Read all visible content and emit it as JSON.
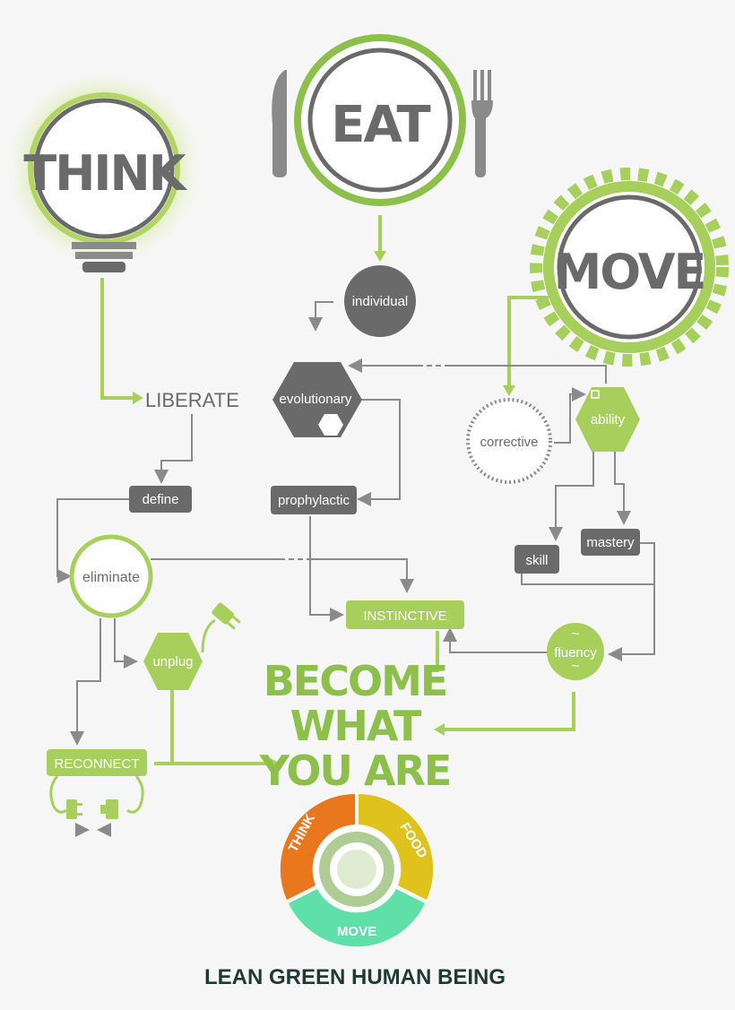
{
  "nodes": {
    "think": "THINK",
    "eat": "EAT",
    "move": "MOVE",
    "individual": "individual",
    "liberate": "LIBERATE",
    "evolutionary": "evolutionary",
    "corrective": "corrective",
    "ability": "ability",
    "define": "define",
    "prophylactic": "prophylactic",
    "mastery": "mastery",
    "skill": "skill",
    "eliminate": "eliminate",
    "instinctive": "INSTINCTIVE",
    "unplug": "unplug",
    "fluency": "fluency",
    "reconnect": "RECONNECT"
  },
  "headline": [
    "BECOME",
    "WHAT",
    "YOU ARE"
  ],
  "logo": {
    "segments": [
      "THINK",
      "FOOD",
      "MOVE"
    ],
    "colors": {
      "think": "#e8771e",
      "food": "#e0c21c",
      "move": "#5ee0a8"
    },
    "wordmark": "LEAN GREEN HUMAN BEING"
  },
  "colors": {
    "green": "#a6cf5c",
    "grey": "#6a6a6a",
    "dark": "#1f3a32"
  }
}
